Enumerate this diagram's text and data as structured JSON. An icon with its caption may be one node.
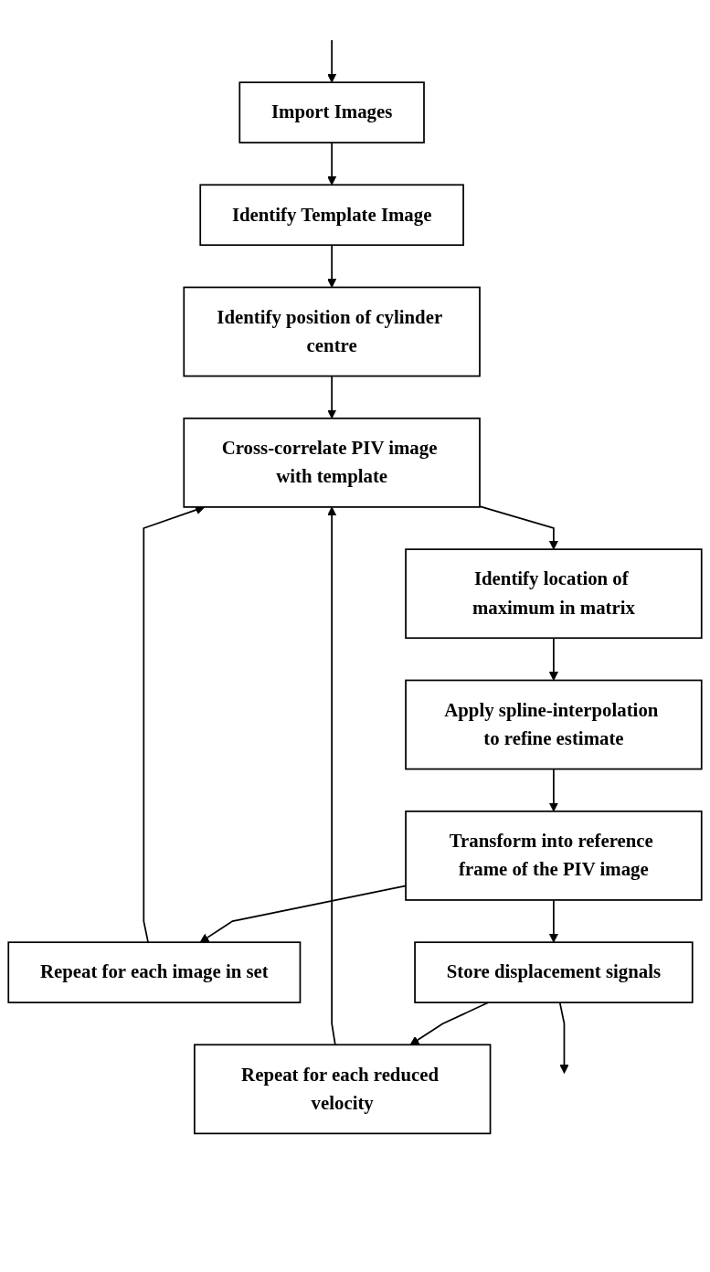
{
  "diagram": {
    "nodes": [
      {
        "text": [
          "Import Images"
        ]
      },
      {
        "text": [
          "Identify Template Image"
        ]
      },
      {
        "text": [
          "Identify position of cylinder centre"
        ]
      },
      {
        "text": [
          "Cross-correlate PIV image with template"
        ]
      },
      {
        "text": [
          "Identify location of maximum in matrix"
        ]
      },
      {
        "text": [
          "Apply spline-interpolation to refine estimate"
        ]
      },
      {
        "text": [
          "Transform into reference frame of the PIV image"
        ]
      },
      {
        "text": [
          "Repeat for each image in set"
        ]
      },
      {
        "text": [
          "Repeat for each reduced velocity"
        ]
      },
      {
        "text": [
          "Store displacement signals"
        ]
      }
    ],
    "edges": [
      {
        "from": null,
        "to": 0,
        "arrow": "to"
      },
      {
        "from": 0,
        "to": 1,
        "arrow": "to"
      },
      {
        "from": 1,
        "to": 2,
        "arrow": "to"
      },
      {
        "from": 2,
        "to": 3,
        "arrow": "to"
      },
      {
        "from": 3,
        "to": 4,
        "arrow": "to"
      },
      {
        "from": 4,
        "to": 5,
        "arrow": "to"
      },
      {
        "from": 5,
        "to": 6,
        "arrow": "to"
      },
      {
        "from": 6,
        "to": 9,
        "arrow": "to"
      },
      {
        "from": 6,
        "to": 7,
        "arrow": "to"
      },
      {
        "from": 7,
        "to": 3,
        "arrow": "to"
      },
      {
        "from": 9,
        "to": 8,
        "arrow": "to"
      },
      {
        "from": 8,
        "to": 3,
        "arrow": "to"
      },
      {
        "from": 9,
        "to": null,
        "arrow": "to"
      }
    ]
  }
}
